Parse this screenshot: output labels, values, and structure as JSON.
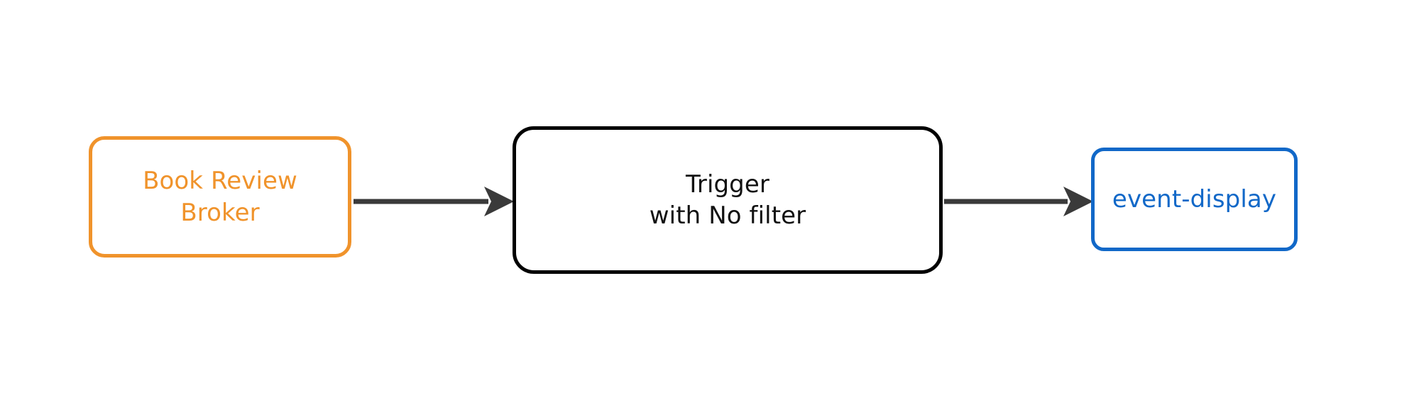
{
  "diagram": {
    "type": "flow",
    "title": "",
    "background_color": "#ffffff",
    "nodes": [
      {
        "id": "broker",
        "name": "book-review-broker",
        "label": "Book Review\nBroker",
        "label_line1": "Book Review",
        "label_line2": "Broker",
        "role": "source",
        "shape": "rounded-rectangle",
        "border_color": "#f0932b",
        "text_color": "#f0932b",
        "fill_color": "#ffffff"
      },
      {
        "id": "trigger",
        "name": "trigger-with-no-filter",
        "label": "Trigger\nwith No filter",
        "label_line1": "Trigger",
        "label_line2": "with No filter",
        "role": "processor",
        "shape": "rounded-rectangle",
        "border_color": "#000000",
        "text_color": "#111111",
        "fill_color": "#ffffff"
      },
      {
        "id": "sink",
        "name": "event-display",
        "label": "event-display",
        "label_line1": "event-display",
        "label_line2": "",
        "role": "sink",
        "shape": "rounded-rectangle",
        "border_color": "#1168c8",
        "text_color": "#1168c8",
        "fill_color": "#ffffff"
      }
    ],
    "edges": [
      {
        "id": "broker-to-trigger",
        "name": "edge-broker-to-trigger",
        "from": "broker",
        "to": "trigger",
        "label": "",
        "direction": "right",
        "arrowhead": "filled-triangle",
        "color": "#3a3a3a"
      },
      {
        "id": "trigger-to-sink",
        "name": "edge-trigger-to-sink",
        "from": "trigger",
        "to": "sink",
        "label": "",
        "direction": "right",
        "arrowhead": "filled-triangle",
        "color": "#3a3a3a"
      }
    ]
  }
}
